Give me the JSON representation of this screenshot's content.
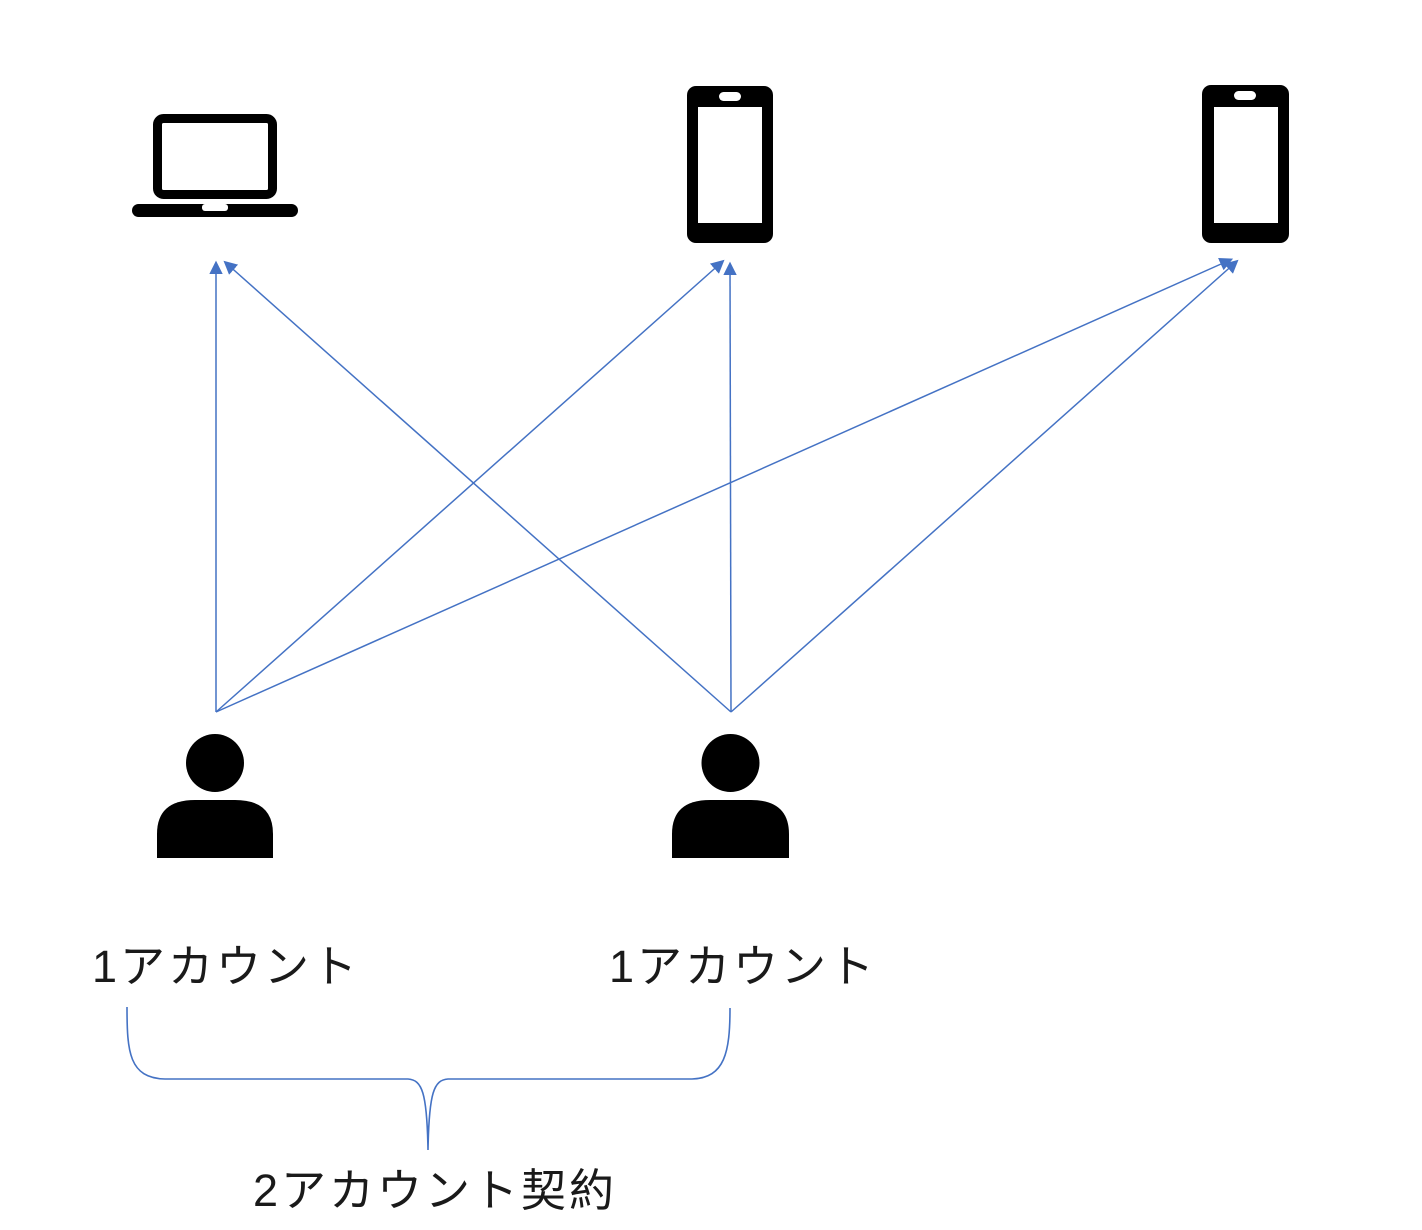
{
  "diagram": {
    "description": "account-to-device mapping diagram",
    "colors": {
      "arrow": "#4472C4",
      "icon": "#000000",
      "text": "#1a1a1a",
      "background": "#ffffff"
    },
    "devices": [
      {
        "id": "laptop",
        "icon": "laptop-icon"
      },
      {
        "id": "smartphone-1",
        "icon": "smartphone-icon"
      },
      {
        "id": "smartphone-2",
        "icon": "smartphone-icon"
      }
    ],
    "users": [
      {
        "id": "user-1",
        "icon": "person-icon",
        "label": "1アカウント"
      },
      {
        "id": "user-2",
        "icon": "person-icon",
        "label": "1アカウント"
      }
    ],
    "connections": [
      {
        "from": "user-1",
        "to": "laptop"
      },
      {
        "from": "user-1",
        "to": "smartphone-1"
      },
      {
        "from": "user-1",
        "to": "smartphone-2"
      },
      {
        "from": "user-2",
        "to": "laptop"
      },
      {
        "from": "user-2",
        "to": "smartphone-1"
      },
      {
        "from": "user-2",
        "to": "smartphone-2"
      }
    ],
    "brace_label": "2アカウント契約"
  }
}
